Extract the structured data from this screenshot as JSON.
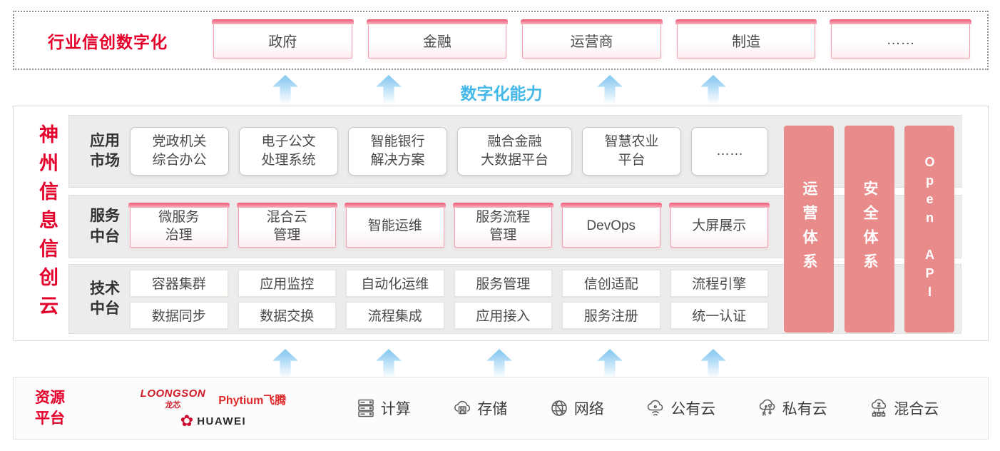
{
  "colors": {
    "brand_red": "#e4002b",
    "pillar_pink": "#e98b8b",
    "capability_blue": "#45b8ea"
  },
  "top_banner": {
    "label": "行业信创数字化",
    "sectors": [
      "政府",
      "金融",
      "运营商",
      "制造",
      "……"
    ]
  },
  "capability_label": "数字化能力",
  "main": {
    "vertical_title": "神州信息信创云",
    "app_row": {
      "label": "应用\n市场",
      "items": [
        "党政机关\n综合办公",
        "电子公文\n处理系统",
        "智能银行\n解决方案",
        "融合金融\n大数据平台",
        "智慧农业\n平台",
        "……"
      ]
    },
    "service_row": {
      "label": "服务\n中台",
      "items": [
        "微服务\n治理",
        "混合云\n管理",
        "智能运维",
        "服务流程\n管理",
        "DevOps",
        "大屏展示"
      ]
    },
    "tech_row": {
      "label": "技术\n中台",
      "items_top": [
        "容器集群",
        "应用监控",
        "自动化运维",
        "服务管理",
        "信创适配",
        "流程引擎"
      ],
      "items_bottom": [
        "数据同步",
        "数据交换",
        "流程集成",
        "应用接入",
        "服务注册",
        "统一认证"
      ]
    },
    "pillars": [
      "运营体系",
      "安全体系",
      "Open API"
    ]
  },
  "resource": {
    "label": "资源\n平台",
    "logos": {
      "loongson_en": "LOONGSON",
      "loongson_cn": "龙芯",
      "phytium": "Phytium飞腾",
      "huawei_petal": "✿",
      "huawei": "HUAWEI"
    },
    "items": [
      {
        "icon": "compute-icon",
        "label": "计算"
      },
      {
        "icon": "storage-icon",
        "label": "存储"
      },
      {
        "icon": "network-icon",
        "label": "网络"
      },
      {
        "icon": "public-cloud-icon",
        "label": "公有云"
      },
      {
        "icon": "private-cloud-icon",
        "label": "私有云"
      },
      {
        "icon": "hybrid-cloud-icon",
        "label": "混合云"
      }
    ]
  }
}
